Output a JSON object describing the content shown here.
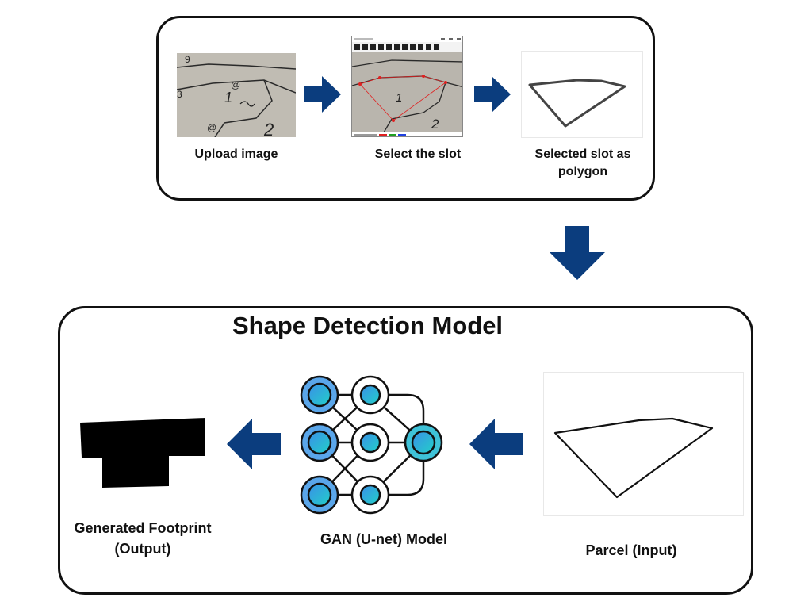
{
  "top_stage": {
    "steps": [
      {
        "label": "Upload image"
      },
      {
        "label": "Select the slot"
      },
      {
        "label": "Selected slot as polygon"
      }
    ],
    "sketch_numbers": {
      "big_one": "1",
      "big_two": "2",
      "circled_1": "9",
      "circled_2": "@",
      "circled_3": "3",
      "circled_4": "@"
    }
  },
  "bottom_stage": {
    "title": "Shape Detection Model",
    "input_label": "Parcel (Input)",
    "model_label": "GAN (U-net) Model",
    "output_label": "Generated Footprint (Output)"
  },
  "colors": {
    "arrow": "#0b3d7e",
    "node_gradient_start": "#3a8fe8",
    "node_gradient_end": "#22d0c8",
    "outline": "#111111"
  },
  "icons": [
    "arrow-right-icon",
    "arrow-left-icon",
    "arrow-down-icon",
    "neural-network-icon",
    "window-toolbar-icon"
  ]
}
